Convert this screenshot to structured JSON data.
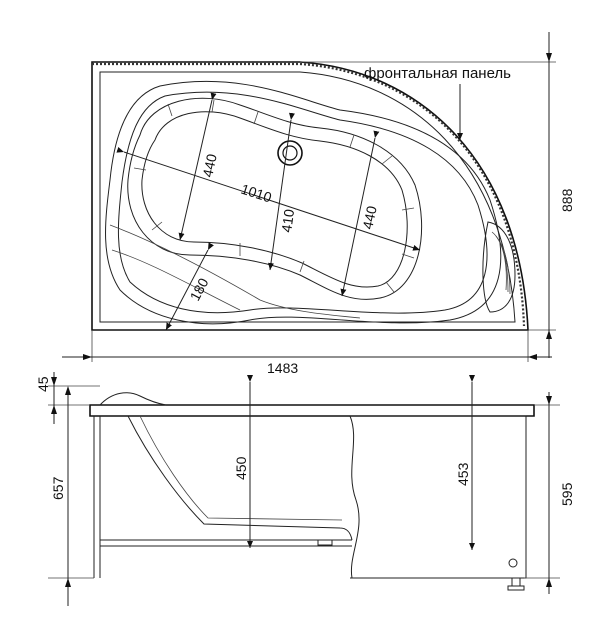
{
  "top_view": {
    "label_front_panel": "фронтальная панель",
    "dim_width": "1483",
    "dim_depth": "888",
    "dim_diagonal": "1010",
    "dim_left_bowl": "440",
    "dim_right_bowl": "440",
    "dim_waist": "410",
    "dim_seat": "180"
  },
  "side_view": {
    "dim_rim": "45",
    "dim_total_height": "657",
    "dim_inner_depth_left": "450",
    "dim_inner_depth_right": "453",
    "dim_panel_height": "595"
  }
}
